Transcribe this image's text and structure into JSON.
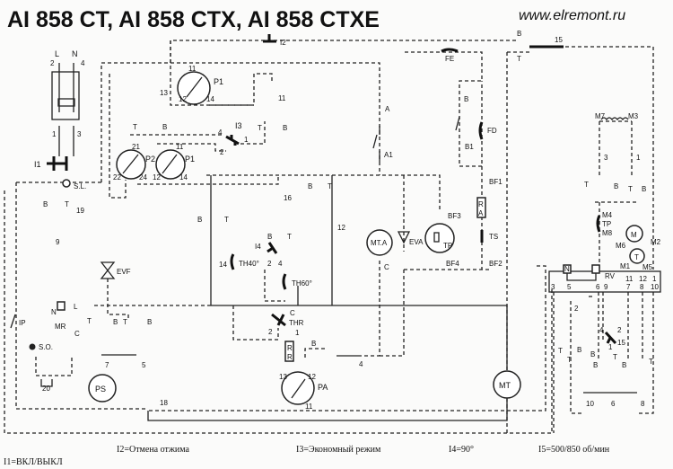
{
  "header": {
    "title": "AI 858 CT, AI 858 CTX, AI 858 CTXE",
    "website": "www.elremont.ru"
  },
  "legend": {
    "i1": "I1=ВКЛ/ВЫКЛ",
    "i2": "I2=Отмена отжима",
    "i3": "I3=Экономный режим",
    "i4": "I4=90°",
    "i5": "I5=500/850 об/мин"
  },
  "labels": {
    "L": "L",
    "N": "N",
    "T": "T",
    "B": "B",
    "C": "C",
    "n1": "1",
    "n2": "2",
    "n3": "3",
    "n4": "4",
    "n5": "5",
    "n6": "6",
    "n7": "7",
    "n8": "8",
    "n9": "9",
    "n10": "10",
    "n11": "11",
    "n12": "12",
    "n13": "13",
    "n14": "14",
    "n15": "15",
    "n16": "16",
    "n18": "18",
    "n19": "19",
    "n20": "20",
    "n21": "21",
    "n22": "22",
    "n24": "24",
    "I1": "I1",
    "I2": "I2",
    "I3": "I3",
    "I4": "I4",
    "SL": "S.L.",
    "SO": "S.O.",
    "IP": "IP",
    "MR": "MR",
    "P1": "P1",
    "P2": "P2",
    "PS": "PS",
    "PA": "PA",
    "EVF": "EVF",
    "EVA": "EVA",
    "MTA": "MT.A",
    "MT": "MT",
    "TP": "TP",
    "THR": "THR",
    "TH40": "TH40°",
    "TH60": "TH60°",
    "FE": "FE",
    "FD": "FD",
    "A": "A",
    "A1": "A1",
    "B1": "B1",
    "BF1": "BF1",
    "BF2": "BF2",
    "BF3": "BF3",
    "BF4": "BF4",
    "TS": "TS",
    "R": "R",
    "M1": "M1",
    "M2": "M2",
    "M3": "M3",
    "M4": "M4",
    "M5": "M5",
    "M6": "M6",
    "M7": "M7",
    "M8": "M8",
    "M": "M",
    "RV": "RV"
  }
}
